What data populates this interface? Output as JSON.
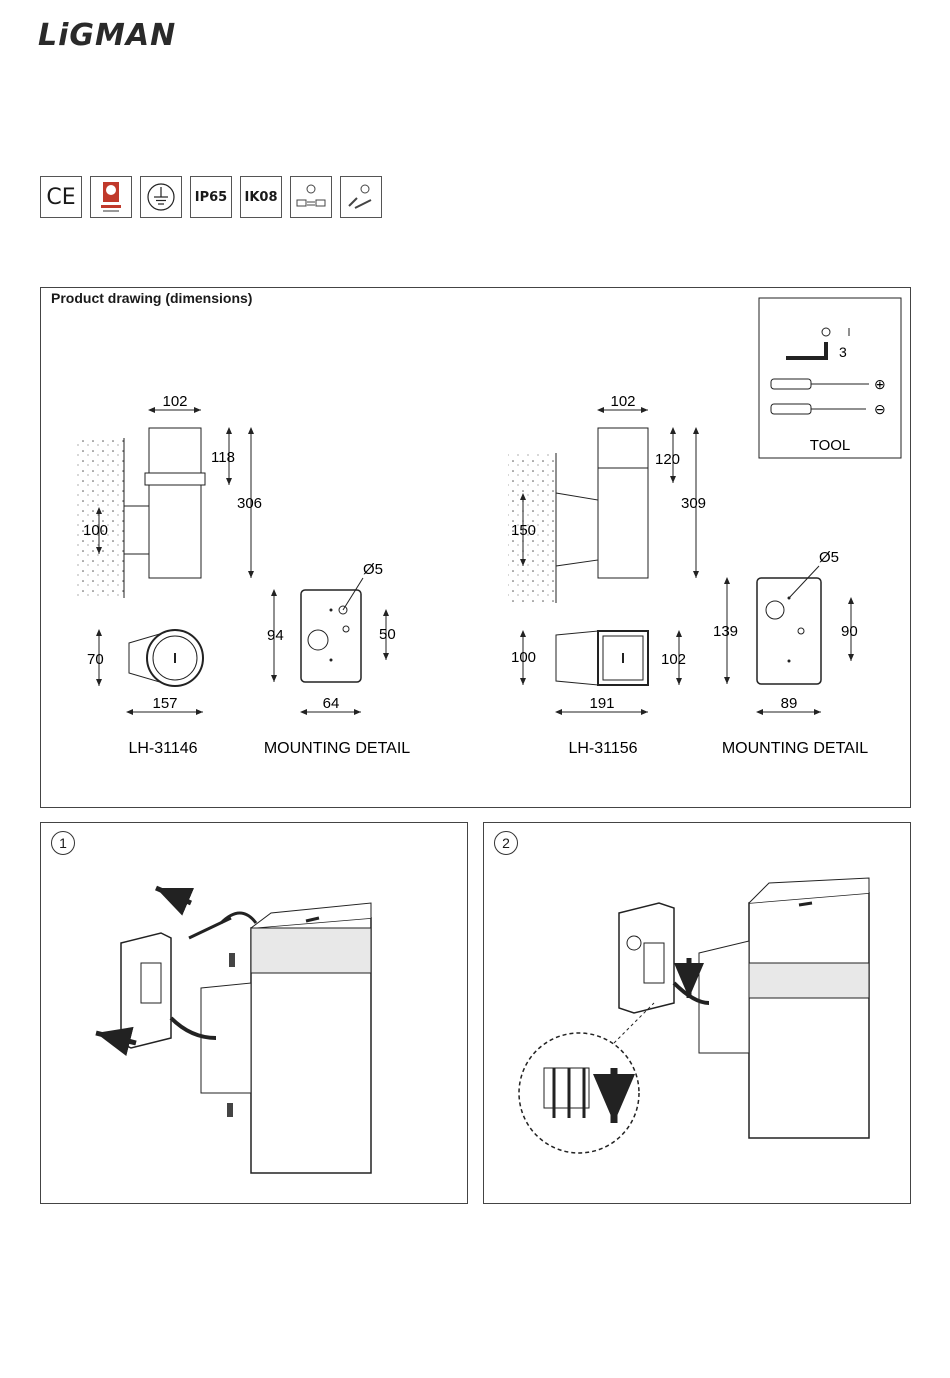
{
  "brand": {
    "logo": "LiGMAN"
  },
  "certifications": [
    {
      "id": "ce-mark",
      "label": "CE"
    },
    {
      "id": "quality-seal",
      "label": ""
    },
    {
      "id": "earth-symbol",
      "label": ""
    },
    {
      "id": "ip-rating",
      "label": "IP65"
    },
    {
      "id": "ik-rating",
      "label": "IK08"
    },
    {
      "id": "installer-info",
      "label": ""
    },
    {
      "id": "maintenance-info",
      "label": ""
    }
  ],
  "drawing": {
    "title": "Product drawing (dimensions)",
    "tool": {
      "label": "TOOL",
      "hex_key_size": "3",
      "plus_symbol": "⊕",
      "minus_symbol": "⊖"
    },
    "model_a": {
      "name": "LH-31146",
      "mounting_label": "MOUNTING DETAIL",
      "width": "102",
      "head_height": "118",
      "total_height": "306",
      "arm_height": "100",
      "depth_height": "70",
      "depth_length": "157",
      "plate_height": "94",
      "plate_hole_spacing": "50",
      "plate_width": "64",
      "hole_diameter": "Ø5"
    },
    "model_b": {
      "name": "LH-31156",
      "mounting_label": "MOUNTING DETAIL",
      "width": "102",
      "head_height": "120",
      "total_height": "309",
      "arm_height": "150",
      "depth_height": "100",
      "depth_width": "102",
      "depth_length": "191",
      "plate_height": "139",
      "plate_hole_spacing": "90",
      "plate_width": "89",
      "hole_diameter": "Ø5"
    }
  },
  "steps": [
    {
      "number": "1"
    },
    {
      "number": "2"
    }
  ]
}
